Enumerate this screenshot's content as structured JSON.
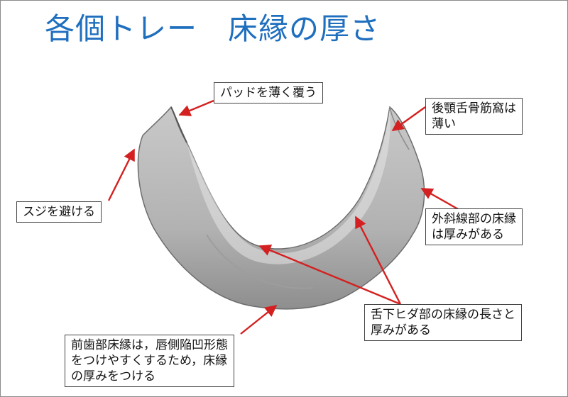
{
  "title": "各個トレー　床縁の厚さ",
  "callouts": {
    "pad": "パッドを薄く覆う",
    "fossa_line1": "後顎舌骨筋窩は",
    "fossa_line2": "薄い",
    "ridge": "スジを避ける",
    "oblique_line1": "外斜線部の床縁",
    "oblique_line2": "は厚みがある",
    "sublingual_line1": "舌下ヒダ部の床縁の長さと",
    "sublingual_line2": "厚みがある",
    "anterior_line1": "前歯部床縁は，唇側陥凹形態",
    "anterior_line2": "をつけやすくするため，床縁",
    "anterior_line3": "の厚みをつける"
  },
  "colors": {
    "title": "#1f6fbf",
    "arrow": "#d42020"
  }
}
